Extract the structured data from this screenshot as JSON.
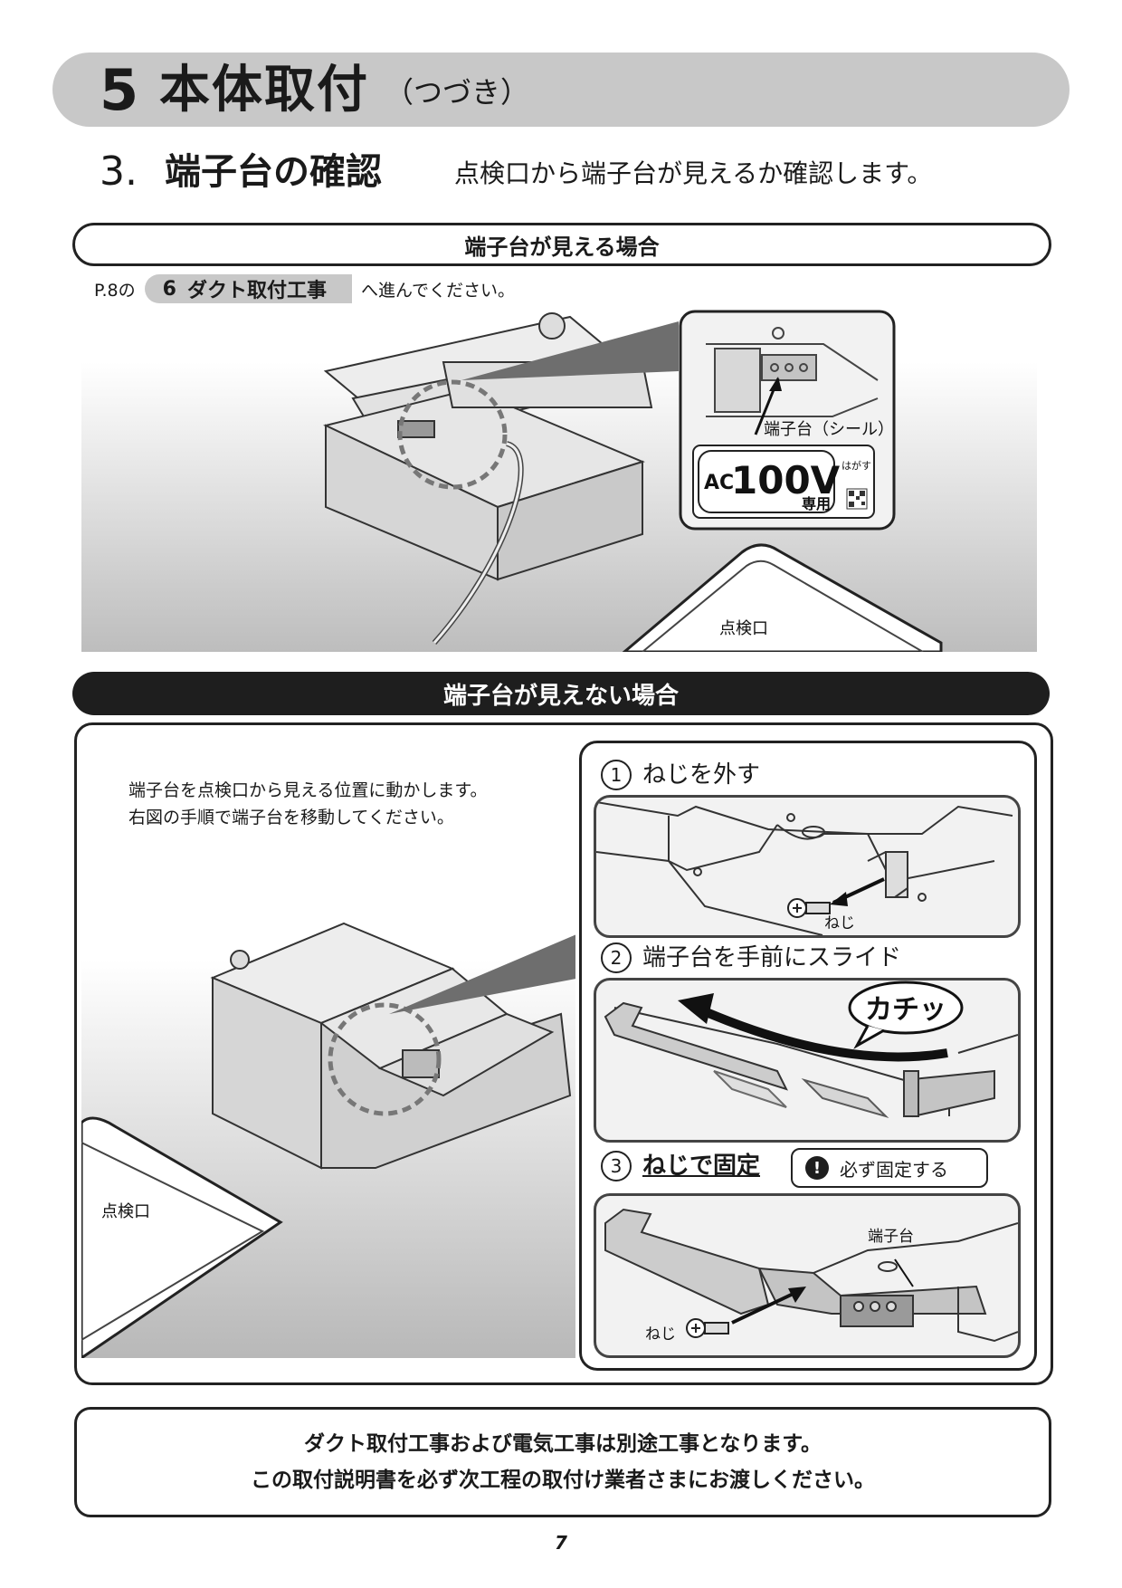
{
  "header": {
    "number": "5",
    "title": "本体取付",
    "subtitle": "（つづき）"
  },
  "step": {
    "number": "3.",
    "title": "端子台の確認",
    "description": "点検口から端子台が見えるか確認します。"
  },
  "case_visible": {
    "label": "端子台が見える場合",
    "ref_prefix": "P.8の",
    "ref_section_number": "6",
    "ref_section_title": "ダクト取付工事",
    "ref_suffix": "へ進んでください。",
    "callout_label": "端子台（シール）",
    "seal_ac": "AC",
    "seal_voltage": "100V",
    "seal_only": "専用",
    "seal_peel": "はがす",
    "opening_label": "点検口"
  },
  "case_not_visible": {
    "label": "端子台が見えない場合",
    "description_line1": "端子台を点検口から見える位置に動かします。",
    "description_line2": "右図の手順で端子台を移動してください。",
    "opening_label": "点検口",
    "steps": [
      {
        "number": "1",
        "label": "ねじを外す",
        "screw_label": "ねじ"
      },
      {
        "number": "2",
        "label": "端子台を手前にスライド",
        "sound": "カチッ"
      },
      {
        "number": "3",
        "label": "ねじで固定",
        "terminal_label": "端子台",
        "screw_label": "ねじ"
      }
    ],
    "caution": "必ず固定する",
    "caution_mark": "!"
  },
  "footer_note": {
    "line1": "ダクト取付工事および電気工事は別途工事となります。",
    "line2": "この取付説明書を必ず次工程の取付け業者さまにお渡しください。"
  },
  "page_number": "7"
}
